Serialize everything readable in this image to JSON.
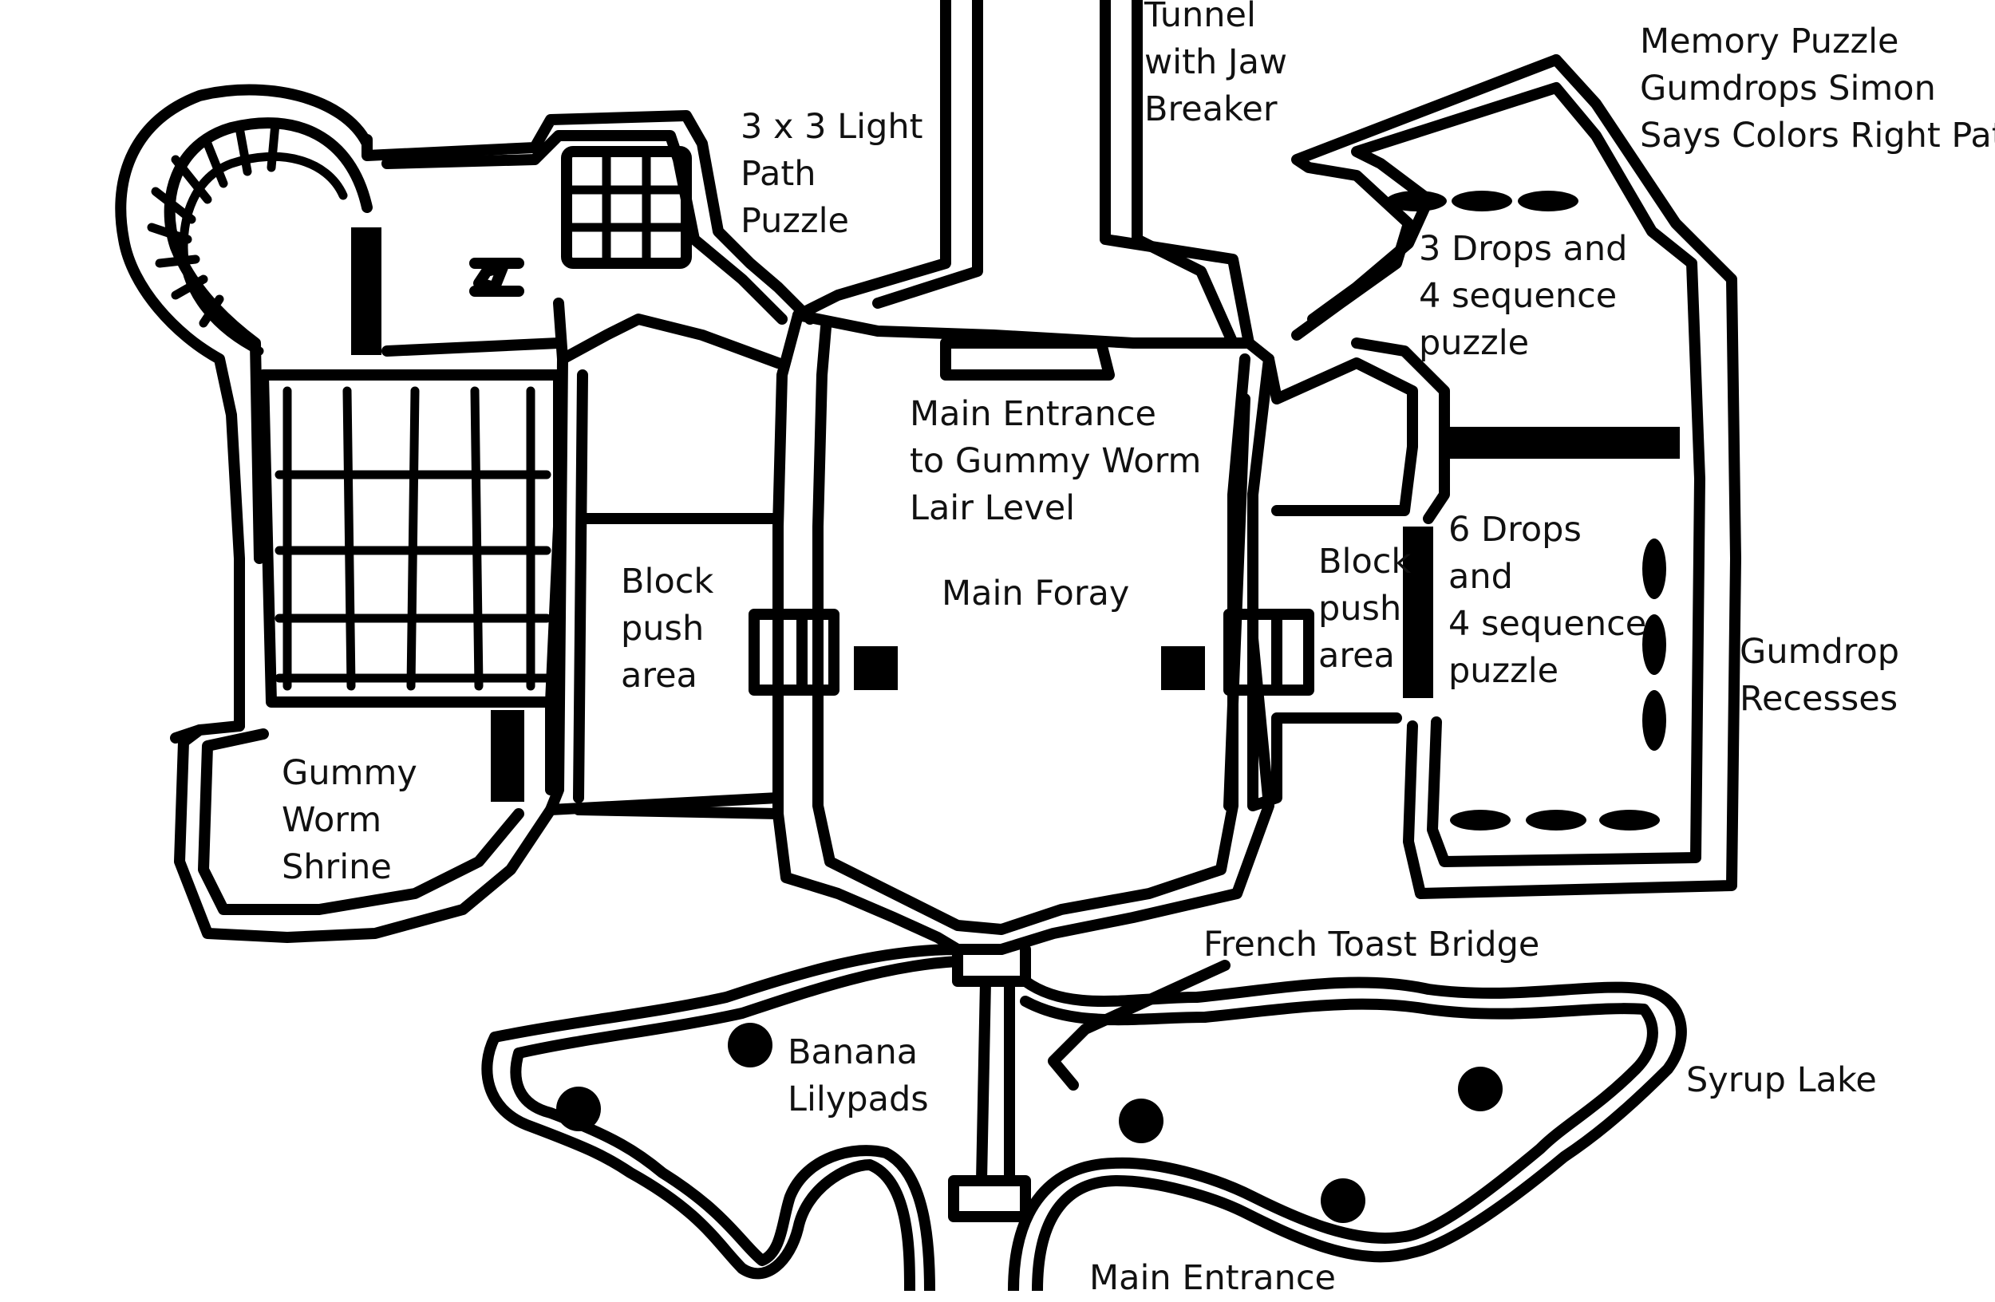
{
  "labels": {
    "tunnel": "Tunnel\nwith Jaw\nBreaker",
    "memory_puzzle": "Memory Puzzle\nGumdrops Simon\nSays Colors Right Path",
    "light_path": "3 x 3 Light\nPath\nPuzzle",
    "three_drops": "3 Drops and\n4 sequence\npuzzle",
    "main_entrance_lair": "Main Entrance\nto Gummy Worm\nLair Level",
    "block_push_left": "Block\npush\narea",
    "main_foray": "Main Foray",
    "block_push_right": "Block\npush\narea",
    "six_drops": "6 Drops\nand\n4 sequence\npuzzle",
    "gumdrop_recesses": "Gumdrop\nRecesses",
    "gummy_worm_shrine": "Gummy\nWorm\nShrine",
    "french_toast_bridge": "French Toast Bridge",
    "banana_lilypads": "Banana\nLilypads",
    "syrup_lake": "Syrup Lake",
    "main_entrance": "Main Entrance"
  },
  "colors": {
    "ink": "#000000",
    "paper": "#ffffff"
  }
}
